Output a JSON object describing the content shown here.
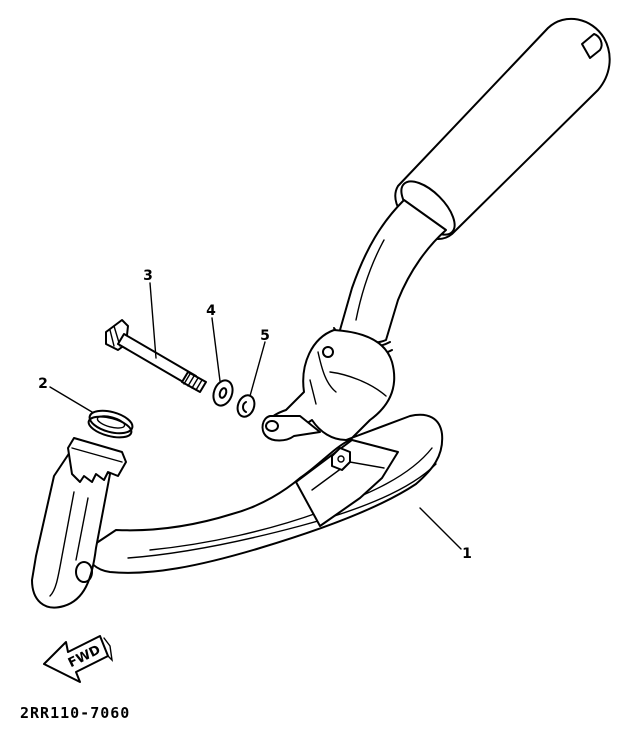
{
  "diagram": {
    "callouts": {
      "c1": "1",
      "c2": "2",
      "c3": "3",
      "c4": "4",
      "c5": "5"
    },
    "direction_arrow": "FWD",
    "part_code": "2RR110-7060"
  },
  "colors": {
    "ink": "#000000",
    "paper": "#ffffff"
  }
}
